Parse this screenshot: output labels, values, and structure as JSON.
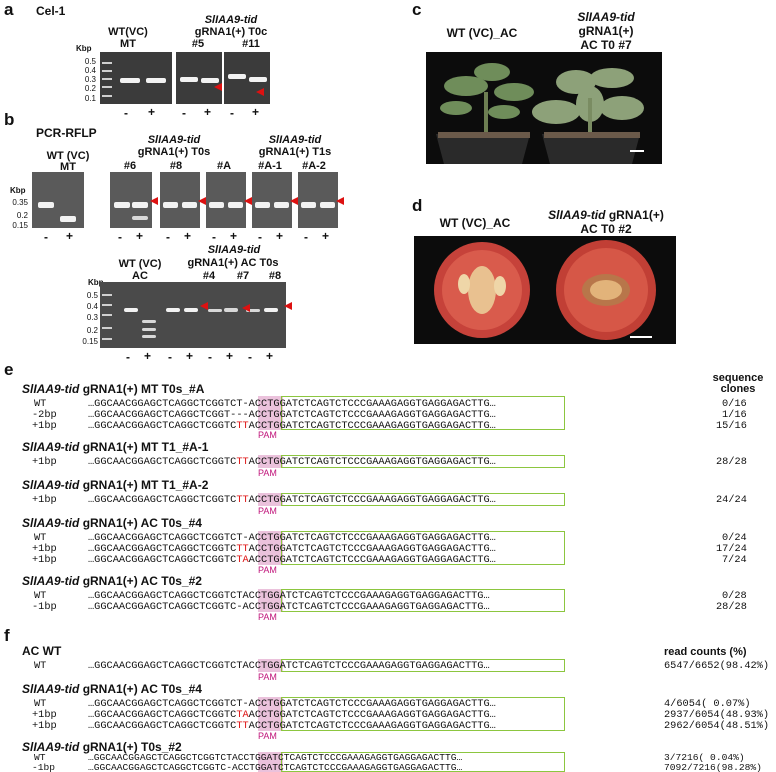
{
  "panels": {
    "a": "a",
    "b": "b",
    "c": "c",
    "d": "d",
    "e": "e",
    "f": "f"
  },
  "a": {
    "method": "Cel-1",
    "kbp": "Kbp",
    "ticks": [
      "0.5",
      "0.4",
      "0.3",
      "0.2",
      "0.1"
    ],
    "wt_label": "WT(VC)",
    "wt_sub": "MT",
    "gene": "SlIAA9-tid",
    "construct": "gRNA1(+) T0c",
    "lines": [
      "#5",
      "#11"
    ],
    "pm": [
      "-",
      "+"
    ]
  },
  "b": {
    "method": "PCR-RFLP",
    "kbp": "Kbp",
    "ticks": [
      "0.35",
      "0.2",
      "0.15"
    ],
    "wt_label": "WT (VC)",
    "wt_sub": "MT",
    "gene": "SlIAA9-tid",
    "t0": "gRNA1(+) T0s",
    "t1": "gRNA1(+) T1s",
    "t0_lines": [
      "#6",
      "#8",
      "#A"
    ],
    "t1_lines": [
      "#A-1",
      "#A-2"
    ],
    "pm": [
      "-",
      "+"
    ],
    "ac": {
      "wt_label": "WT (VC)",
      "wt_sub": "AC",
      "gene": "SlIAA9-tid",
      "construct": "gRNA1(+) AC T0s",
      "lines": [
        "#4",
        "#7",
        "#8"
      ],
      "kbp": "Kbp",
      "ticks": [
        "0.5",
        "0.4",
        "0.3",
        "0.2",
        "0.15"
      ]
    }
  },
  "c": {
    "wt": "WT (VC)_AC",
    "gene": "SlIAA9-tid",
    "construct": "gRNA1(+)",
    "line": "AC T0  #7"
  },
  "d": {
    "wt": "WT (VC)_AC",
    "gene": "SlIAA9-tid",
    "construct": "gRNA1(+)",
    "line": "AC T0  #2"
  },
  "e": {
    "header1": "sequence",
    "header2": "clones",
    "pam": "PAM",
    "blocks": [
      {
        "gene": "SlIAA9-tid",
        "title": "gRNA1(+) MT T0s_#A",
        "rows": [
          {
            "label": "WT",
            "pre": "…GGCAACGGAGCTCAGGCTCGGTC",
            "ins": "T",
            "post": "-ACCTGGATCTCAGTCTCCCGAAAGAGGTGAGGAGACTTG…",
            "count": "0/16"
          },
          {
            "label": "-2bp",
            "pre": "…GGCAACGGAGCTCAGGCTCGGT-",
            "ins": "-",
            "post": "-ACCTGGATCTCAGTCTCCCGAAAGAGGTGAGGAGACTTG…",
            "count": "1/16"
          },
          {
            "label": "+1bp",
            "pre": "…GGCAACGGAGCTCAGGCTCGGTC",
            "ins": "TT",
            "post": "ACCTGGATCTCAGTCTCCCGAAAGAGGTGAGGAGACTTG…",
            "count": "15/16"
          }
        ]
      },
      {
        "gene": "SlIAA9-tid",
        "title": "gRNA1(+) MT T1_#A-1",
        "rows": [
          {
            "label": "+1bp",
            "pre": "…GGCAACGGAGCTCAGGCTCGGTC",
            "ins": "TT",
            "post": "ACCTGGATCTCAGTCTCCCGAAAGAGGTGAGGAGACTTG…",
            "count": "28/28"
          }
        ]
      },
      {
        "gene": "SlIAA9-tid",
        "title": "gRNA1(+) MT T1_#A-2",
        "rows": [
          {
            "label": "+1bp",
            "pre": "…GGCAACGGAGCTCAGGCTCGGTC",
            "ins": "TT",
            "post": "ACCTGGATCTCAGTCTCCCGAAAGAGGTGAGGAGACTTG…",
            "count": "24/24"
          }
        ]
      },
      {
        "gene": "SlIAA9-tid",
        "title": "gRNA1(+) AC T0s_#4",
        "rows": [
          {
            "label": "WT",
            "pre": "…GGCAACGGAGCTCAGGCTCGGTC",
            "ins": "T",
            "post": "-ACCTGGATCTCAGTCTCCCGAAAGAGGTGAGGAGACTTG…",
            "count": "0/24"
          },
          {
            "label": "+1bp",
            "pre": "…GGCAACGGAGCTCAGGCTCGGTC",
            "ins": "TT",
            "post": "ACCTGGATCTCAGTCTCCCGAAAGAGGTGAGGAGACTTG…",
            "count": "17/24"
          },
          {
            "label": "+1bp",
            "pre": "…GGCAACGGAGCTCAGGCTCGGTC",
            "ins": "TA",
            "post": "ACCTGGATCTCAGTCTCCCGAAAGAGGTGAGGAGACTTG…",
            "count": "7/24"
          }
        ]
      },
      {
        "gene": "SlIAA9-tid",
        "title": "gRNA1(+) AC T0s_#2",
        "rows": [
          {
            "label": "WT",
            "pre": "…GGCAACGGAGCTCAGGCTCGGTC",
            "ins": "",
            "post": "TACCTGGATCTCAGTCTCCCGAAAGAGGTGAGGAGACTTG…",
            "count": "0/28"
          },
          {
            "label": "-1bp",
            "pre": "…GGCAACGGAGCTCAGGCTCGGTC",
            "ins": "",
            "post": "-ACCTGGATCTCAGTCTCCCGAAAGAGGTGAGGAGACTTG…",
            "count": "28/28"
          }
        ]
      }
    ]
  },
  "f": {
    "header": "read counts (%)",
    "pam": "PAM",
    "blocks": [
      {
        "gene": "",
        "title": "AC WT",
        "rows": [
          {
            "label": "WT",
            "pre": "…GGCAACGGAGCTCAGGCTCGGTC",
            "ins": "",
            "post": "TACCTGGATCTCAGTCTCCCGAAAGAGGTGAGGAGACTTG…",
            "count": "6547/6652(98.42%)"
          }
        ]
      },
      {
        "gene": "SlIAA9-tid",
        "title": "gRNA1(+) AC T0s_#4",
        "rows": [
          {
            "label": "WT",
            "pre": "…GGCAACGGAGCTCAGGCTCGGTC",
            "ins": "T",
            "post": "-ACCTGGATCTCAGTCTCCCGAAAGAGGTGAGGAGACTTG…",
            "count": "4/6054( 0.07%)"
          },
          {
            "label": "+1bp",
            "pre": "…GGCAACGGAGCTCAGGCTCGGTC",
            "ins": "TA",
            "post": "ACCTGGATCTCAGTCTCCCGAAAGAGGTGAGGAGACTTG…",
            "count": "2937/6054(48.93%)"
          },
          {
            "label": "+1bp",
            "pre": "…GGCAACGGAGCTCAGGCTCGGTC",
            "ins": "TT",
            "post": "ACCTGGATCTCAGTCTCCCGAAAGAGGTGAGGAGACTTG…",
            "count": "2962/6054(48.51%)"
          }
        ]
      },
      {
        "gene": "SlIAA9-tid",
        "title": "gRNA1(+) T0s_#2",
        "rows": [
          {
            "label": "WT",
            "pre": "…GGCAACGGAGCTCAGGCTCGGTC",
            "ins": "",
            "post": "TACCTGGATCTCAGTCTCCCGAAAGAGGTGAGGAGACTTG…",
            "count": "3/7216( 0.04%)"
          },
          {
            "label": "-1bp",
            "pre": "…GGCAACGGAGCTCAGGCTCGGTC",
            "ins": "",
            "post": "-ACCTGGATCTCAGTCTCCCGAAAGAGGTGAGGAGACTTG…",
            "count": "7092/7216(98.28%)"
          }
        ]
      }
    ]
  }
}
